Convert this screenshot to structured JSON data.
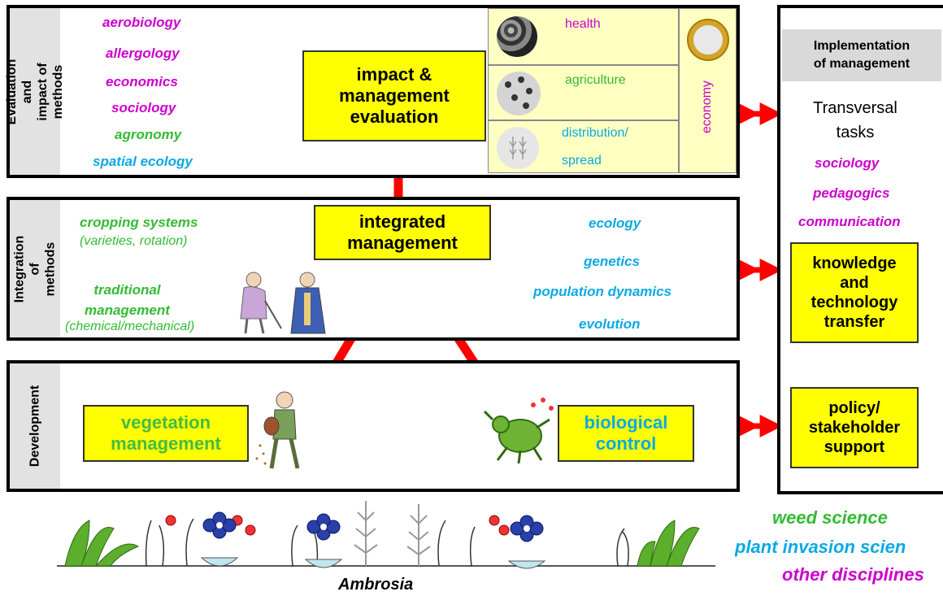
{
  "rows": {
    "evaluation": {
      "side_label": "Evaluation and\nimpact of methods",
      "disciplines": [
        "aerobiology",
        "allergology",
        "economics",
        "sociology",
        "agronomy",
        "spatial ecology"
      ],
      "central_box": "impact &\nmanagement\nevaluation",
      "impacts": {
        "health": "health",
        "agriculture": "agriculture",
        "distribution": "distribution/",
        "spread": "spread",
        "economy": "economy"
      }
    },
    "integration": {
      "side_label": "Integration  of\nmethods",
      "central_box": "integrated\nmanagement",
      "cropping": "cropping systems",
      "cropping_note": "(varieties, rotation)",
      "traditional": "traditional\nmanagement",
      "traditional_note": "(chemical/mechanical)",
      "right_disciplines": [
        "ecology",
        "genetics",
        "population dynamics",
        "evolution"
      ]
    },
    "development": {
      "side_label": "Development",
      "left_box": "vegetation\nmanagement",
      "right_box": "biological\ncontrol"
    }
  },
  "implementation": {
    "header": "Implementation\nof management",
    "transversal": "Transversal\ntasks",
    "tasks": [
      "sociology",
      "pedagogics",
      "communication"
    ],
    "boxes": [
      "knowledge\nand\ntechnology\ntransfer",
      "policy/\nstakeholder\nsupport"
    ]
  },
  "bottom": {
    "plant_label": "Ambrosia",
    "sciences": [
      "weed science",
      "plant invasion scien",
      "other disciplines"
    ]
  },
  "colors": {
    "arrow": "#ff0000",
    "box": "#ffff00",
    "cell": "#ffffc2",
    "magenta": "#cc00cc",
    "green": "#33bb33",
    "cyan": "#0aa9e4"
  }
}
